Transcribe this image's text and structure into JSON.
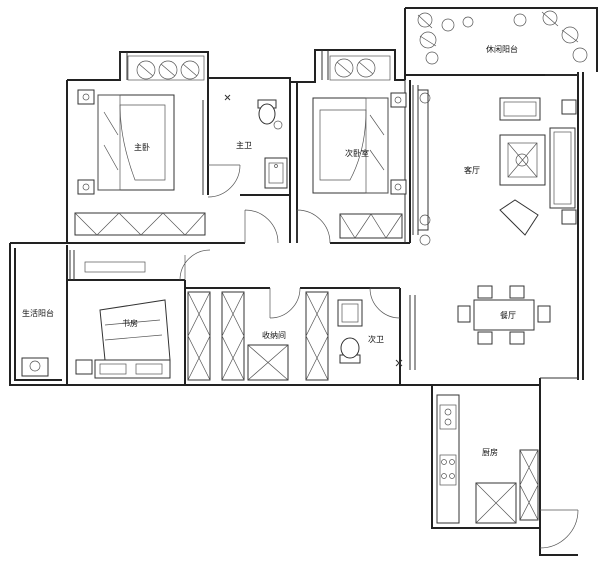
{
  "rooms": {
    "master_bedroom": "主卧",
    "master_bath": "主卫",
    "second_bedroom": "次卧室",
    "living_room": "客厅",
    "leisure_balcony": "休闲阳台",
    "utility_balcony": "生活阳台",
    "study": "书房",
    "storage": "收纳间",
    "second_bath": "次卫",
    "dining": "餐厅",
    "kitchen": "厨房"
  },
  "colors": {
    "line": "#222222",
    "background": "#ffffff"
  }
}
